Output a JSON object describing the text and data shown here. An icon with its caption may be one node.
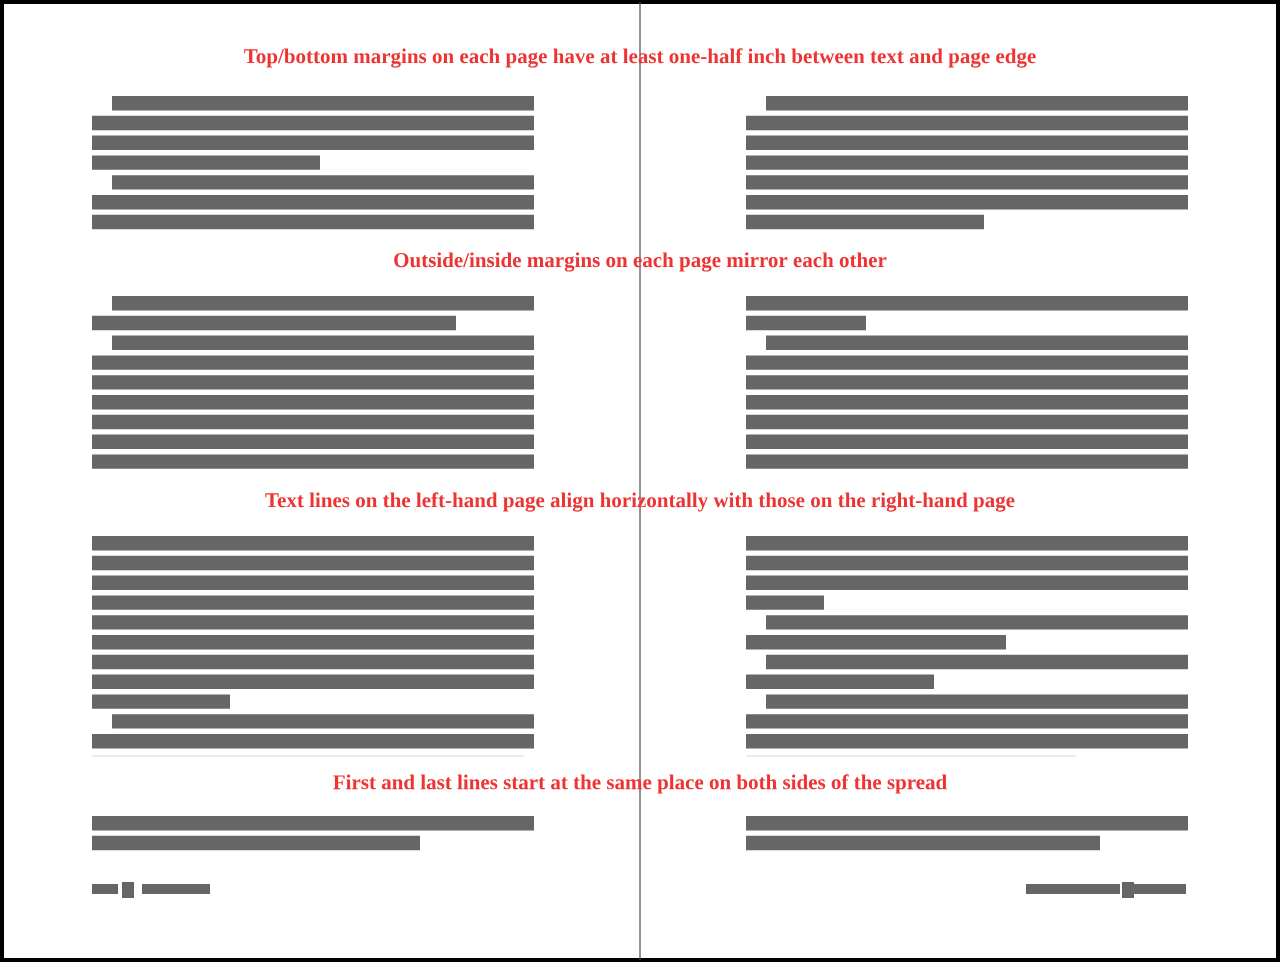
{
  "diagram": {
    "labels": [
      "Top/bottom margins on each page have at least one-half inch between text and page edge",
      "Outside/inside margins on each page mirror each other",
      "Text lines on the left-hand page align horizontally with those on the right-hand page",
      "First and last lines start at the same place on both sides of the spread"
    ]
  }
}
